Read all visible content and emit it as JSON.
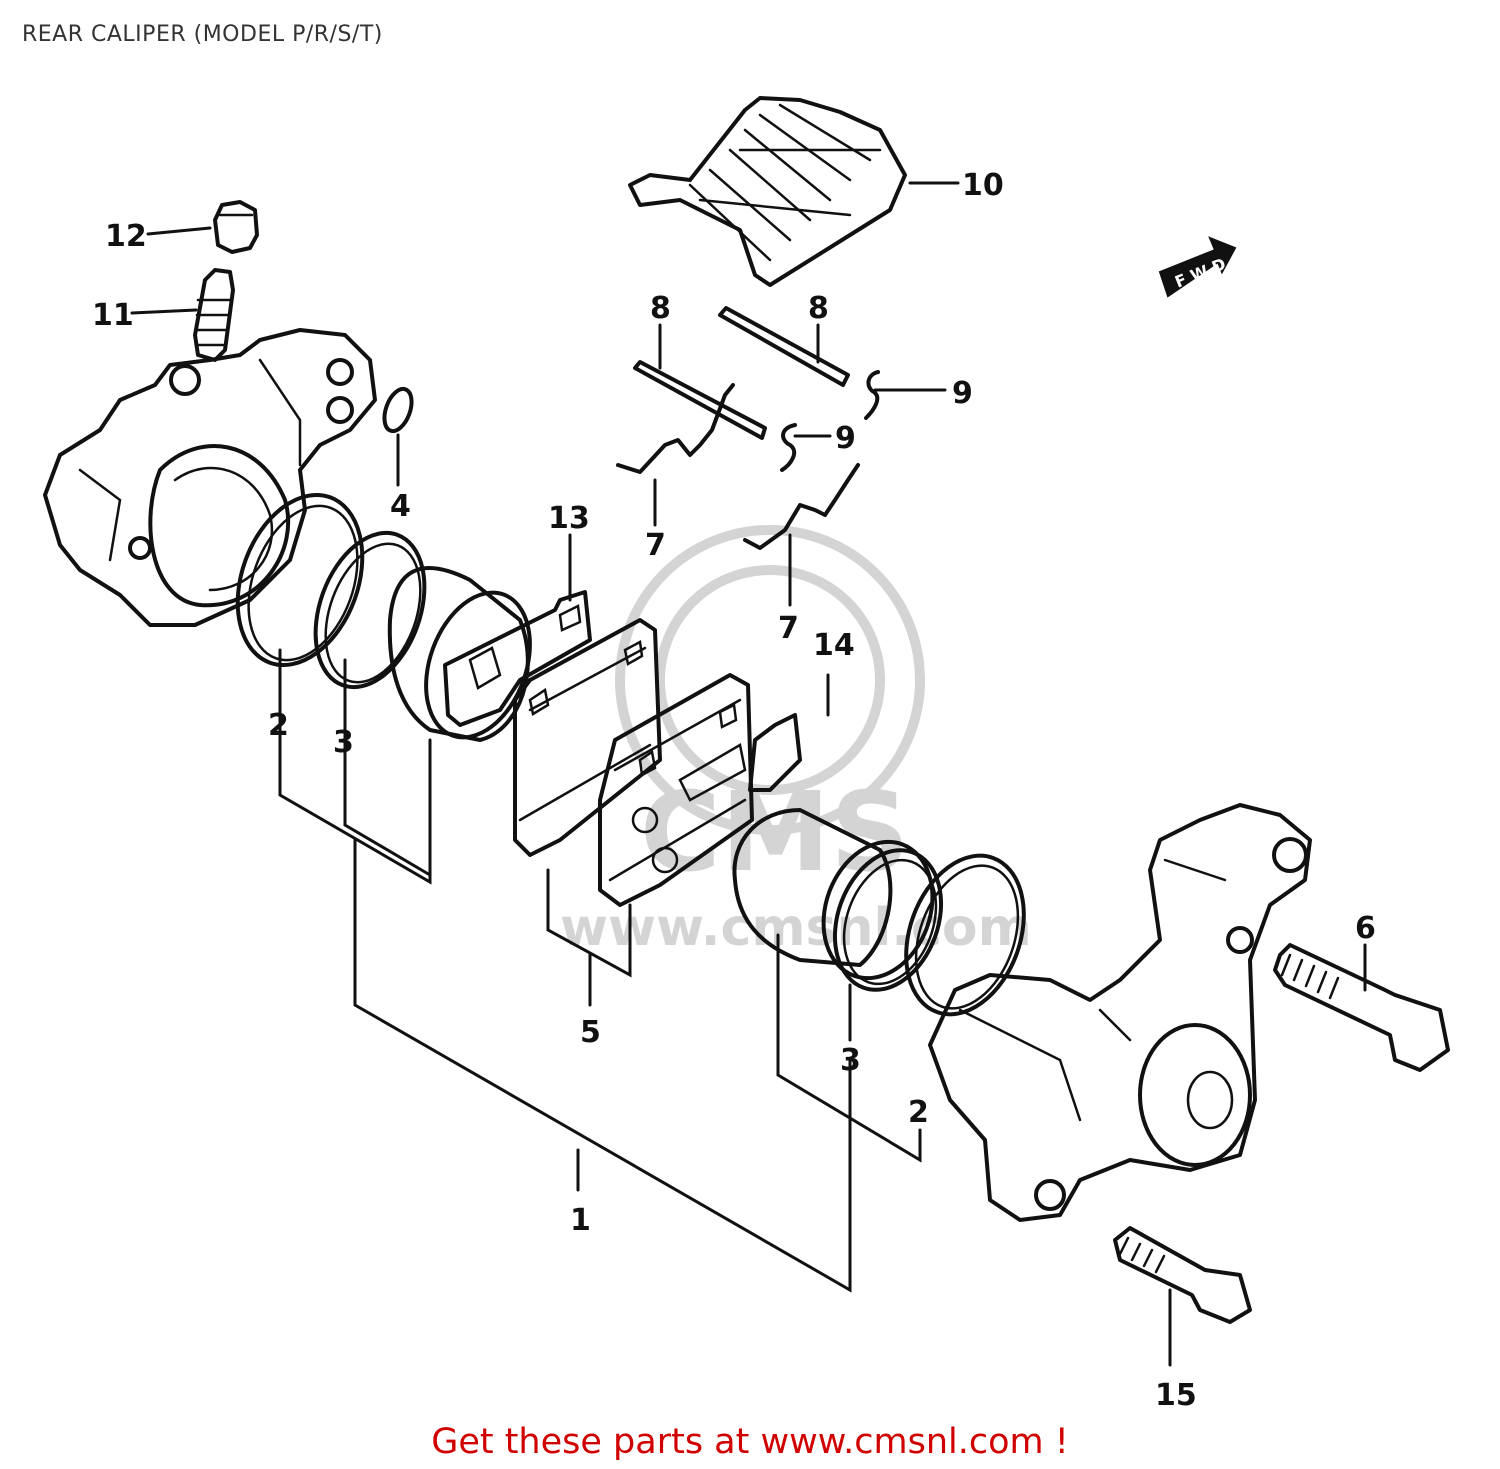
{
  "title": "REAR CALIPER (MODEL P/R/S/T)",
  "footer": {
    "text": "Get these parts at www.cmsnl.com !",
    "color": "#d10000"
  },
  "watermark": {
    "brand": "CMS",
    "url": "www.cmsnl.com"
  },
  "direction_arrow": {
    "label": "F W D",
    "icon": "direction-arrow-icon"
  },
  "callouts": [
    {
      "id": "c1",
      "label": "1"
    },
    {
      "id": "c2a",
      "label": "2"
    },
    {
      "id": "c2b",
      "label": "2"
    },
    {
      "id": "c3a",
      "label": "3"
    },
    {
      "id": "c3b",
      "label": "3"
    },
    {
      "id": "c4",
      "label": "4"
    },
    {
      "id": "c5",
      "label": "5"
    },
    {
      "id": "c6",
      "label": "6"
    },
    {
      "id": "c7a",
      "label": "7"
    },
    {
      "id": "c7b",
      "label": "7"
    },
    {
      "id": "c8a",
      "label": "8"
    },
    {
      "id": "c8b",
      "label": "8"
    },
    {
      "id": "c9a",
      "label": "9"
    },
    {
      "id": "c9b",
      "label": "9"
    },
    {
      "id": "c10",
      "label": "10"
    },
    {
      "id": "c11",
      "label": "11"
    },
    {
      "id": "c12",
      "label": "12"
    },
    {
      "id": "c13",
      "label": "13"
    },
    {
      "id": "c14",
      "label": "14"
    },
    {
      "id": "c15",
      "label": "15"
    }
  ]
}
